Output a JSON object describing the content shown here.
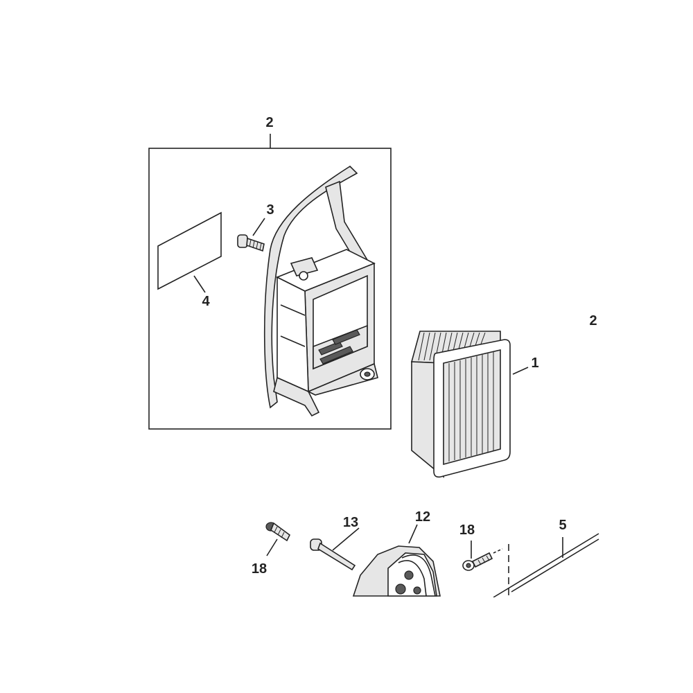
{
  "callouts": {
    "c2_top": "2",
    "c3": "3",
    "c4": "4",
    "c2_right": "2",
    "c1": "1",
    "c13": "13",
    "c12": "12",
    "c18_left": "18",
    "c18_right": "18",
    "c5": "5"
  },
  "colors": {
    "line": "#222222",
    "part_fill": "#e6e6e6",
    "background": "#ffffff"
  }
}
